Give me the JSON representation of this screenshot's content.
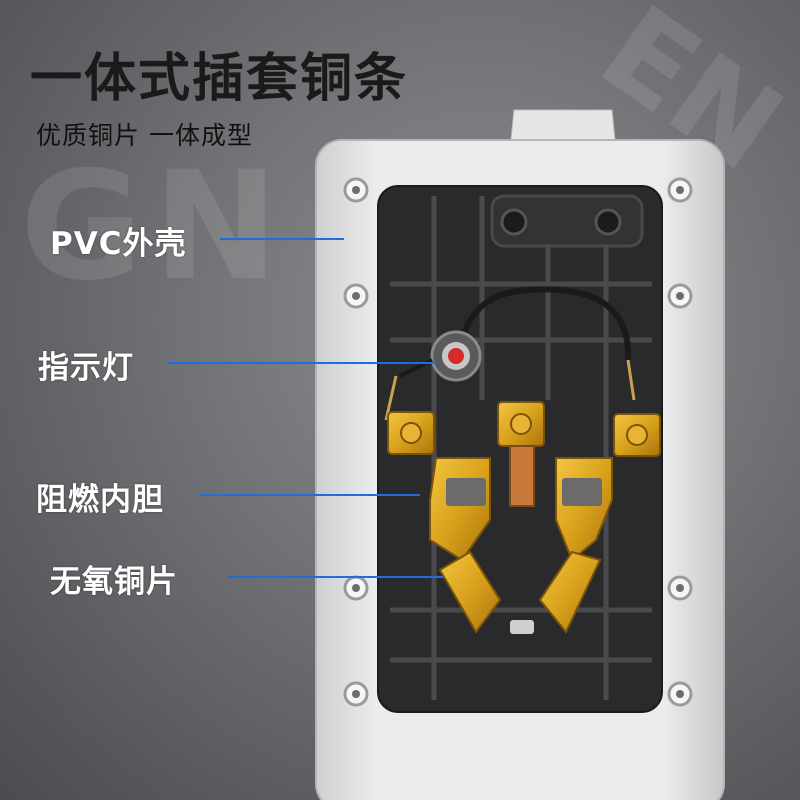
{
  "header": {
    "title": "一体式插套铜条",
    "subtitle": "优质铜片 一体成型"
  },
  "callouts": [
    {
      "label": "PVC外壳"
    },
    {
      "label": "指示灯"
    },
    {
      "label": "阻燃内胆"
    },
    {
      "label": "无氧铜片"
    }
  ],
  "watermark": {
    "left_text": "GN",
    "right_text": "EN"
  },
  "colors": {
    "leader_line": "#1e6fd9",
    "copper": "#d9a21c",
    "housing": "#e8e8e8",
    "inner": "#2a2a2c"
  }
}
